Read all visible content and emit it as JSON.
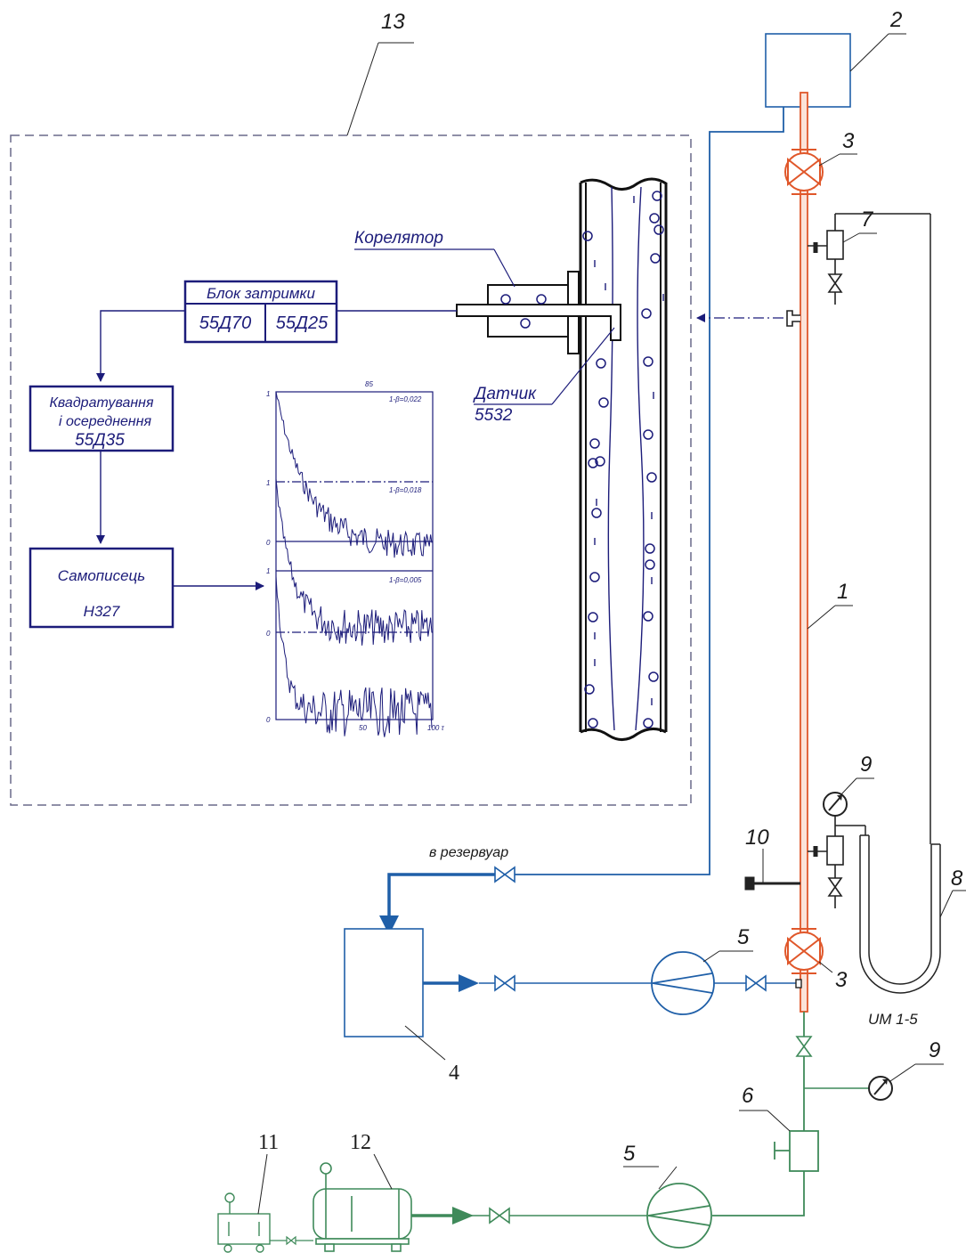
{
  "colors": {
    "navy": "#1c1c7a",
    "blue_pipe": "#1f5fa8",
    "red_pipe": "#e0572a",
    "green_pipe": "#3f8a5a",
    "dashed_frame": "#6a6a8a"
  },
  "callouts": {
    "n1": "1",
    "n2": "2",
    "n3a": "3",
    "n3b": "3",
    "n4": "4",
    "n5a": "5",
    "n5b": "5",
    "n6": "6",
    "n7": "7",
    "n8": "8",
    "n9a": "9",
    "n9b": "9",
    "n10": "10",
    "n11": "11",
    "n12": "12",
    "n13": "13"
  },
  "labels": {
    "correlator": "Корелятор",
    "delay_block": "Блок затримки",
    "delay_a": "55Д70",
    "delay_b": "55Д25",
    "squaring_l1": "Квадратування",
    "squaring_l2": "і осереднення",
    "squaring_l3": "55Д35",
    "recorder_l1": "Самописець",
    "recorder_l2": "Н327",
    "sensor_l1": "Датчик",
    "sensor_l2": "5532",
    "to_reservoir": "в резервуар",
    "manometer": "UM 1-5"
  },
  "plot": {
    "top_label": "85",
    "beta1": "1-β=0,022",
    "beta2": "1-β=0,018",
    "beta3": "1-β=0,005",
    "y_one_a": "1",
    "y_one_b": "1",
    "y_one_c": "1",
    "y_zero_a": "0",
    "y_zero_b": "0",
    "y_zero_c": "0",
    "x_mid": "50",
    "x_end": "100 τ"
  }
}
